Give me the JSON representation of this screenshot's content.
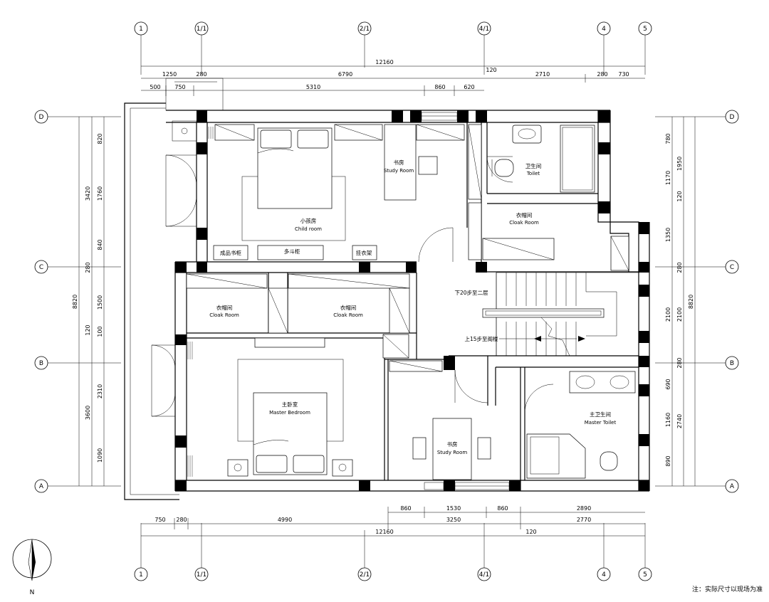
{
  "axes": {
    "top": [
      "1",
      "1/1",
      "2/1",
      "4/1",
      "4",
      "5"
    ],
    "bottom": [
      "1",
      "1/1",
      "2/1",
      "4/1",
      "4",
      "5"
    ],
    "left": [
      "D",
      "C",
      "B",
      "A"
    ],
    "right": [
      "D",
      "C",
      "B",
      "A"
    ]
  },
  "dims": {
    "top_total": "12160",
    "top_row2": [
      "1250",
      "280",
      "6790",
      "120",
      "2710",
      "280",
      "730"
    ],
    "top_row3": [
      "500",
      "750",
      "5310",
      "860",
      "620"
    ],
    "bottom_row1": [
      "860",
      "1530",
      "860",
      "2890"
    ],
    "bottom_row2": [
      "750",
      "280",
      "4990",
      "3250",
      "2770"
    ],
    "bottom_total": "12160",
    "bottom_small": "120",
    "left_total": "8820",
    "left_outer": [
      "3420",
      "280",
      "120",
      "3600"
    ],
    "left_inner": [
      "820",
      "1760",
      "840",
      "1500",
      "100",
      "2310",
      "1090"
    ],
    "right_total": "8820",
    "right_outer": [
      "1950",
      "120",
      "280",
      "2100",
      "280",
      "2740"
    ],
    "right_inner": [
      "780",
      "1170",
      "1350",
      "2100",
      "690",
      "1160",
      "890"
    ]
  },
  "rooms": {
    "child": {
      "zh": "小孩房",
      "en": "Child room"
    },
    "study_top": {
      "zh": "书房",
      "en": "Study Room"
    },
    "toilet": {
      "zh": "卫生间",
      "en": "Toilet"
    },
    "cloak_right": {
      "zh": "衣帽间",
      "en": "Cloak Room"
    },
    "cloak_left": {
      "zh": "衣帽间",
      "en": "Cloak Room"
    },
    "cloak_mid": {
      "zh": "衣帽间",
      "en": "Cloak Room"
    },
    "master": {
      "zh": "主卧室",
      "en": "Master Bedroom"
    },
    "study_bottom": {
      "zh": "书房",
      "en": "Study Room"
    },
    "master_toilet": {
      "zh": "主卫生间",
      "en": "Master Toilet"
    }
  },
  "furniture_labels": {
    "bookshelf": "成品书柜",
    "multi_cabinet": "多斗柜",
    "hanger": "挂衣架"
  },
  "stairs": {
    "down": "下20步至二层",
    "up": "上15步至阁楼"
  },
  "north": "N",
  "note": "注：实际尺寸以现场为准"
}
